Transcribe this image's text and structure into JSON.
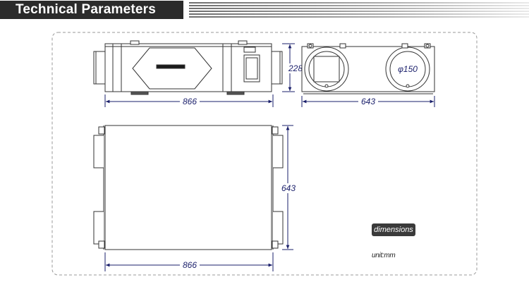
{
  "header": {
    "title": "Technical Parameters"
  },
  "views": {
    "side": {
      "width_label": "866",
      "height_label": "228"
    },
    "front": {
      "width_label": "643",
      "duct_label": "φ150"
    },
    "top": {
      "width_label": "866",
      "depth_label": "643"
    }
  },
  "legend": {
    "badge": "dimensions",
    "unit": "unit:mm"
  },
  "colors": {
    "dimension_line": "#1a1f6b",
    "outline": "#333333",
    "header_bg": "#2b2b2b"
  }
}
